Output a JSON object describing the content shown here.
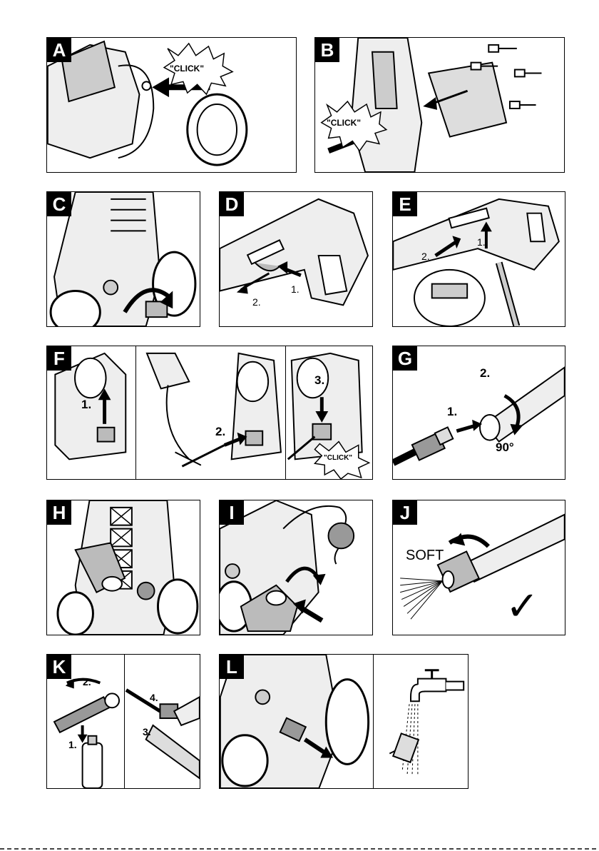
{
  "panels": {
    "A": {
      "letter": "A",
      "click": "\"CLICK\""
    },
    "B": {
      "letter": "B",
      "click": "\"CLICK\""
    },
    "C": {
      "letter": "C"
    },
    "D": {
      "letter": "D",
      "step1": "1.",
      "step2": "2."
    },
    "E": {
      "letter": "E",
      "step1": "1.",
      "step2": "2."
    },
    "F": {
      "letter": "F",
      "step1": "1.",
      "step2": "2.",
      "step3": "3.",
      "click": "\"CLICK\""
    },
    "G": {
      "letter": "G",
      "step1": "1.",
      "step2": "2.",
      "angle": "90°"
    },
    "H": {
      "letter": "H"
    },
    "I": {
      "letter": "I"
    },
    "J": {
      "letter": "J",
      "mode": "SOFT",
      "check": "✓"
    },
    "K": {
      "letter": "K",
      "step1": "1.",
      "step2": "2.",
      "step3": "3.",
      "step4": "4."
    },
    "L": {
      "letter": "L"
    }
  }
}
